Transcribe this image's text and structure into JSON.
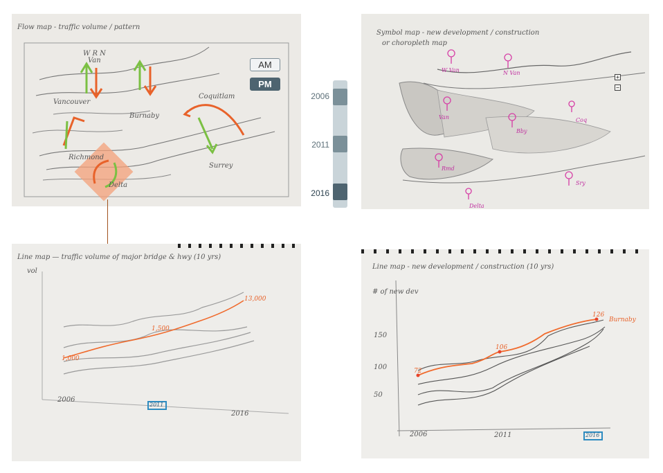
{
  "flow_map": {
    "title": "Flow map - traffic volume / pattern",
    "labels": [
      "W R N",
      "Van",
      "Vancouver",
      "Burnaby",
      "Coquitlam",
      "Richmond",
      "Surrey",
      "Delta"
    ],
    "toggle": {
      "am_label": "AM",
      "pm_label": "PM",
      "selected": "PM"
    }
  },
  "timeline": {
    "years": [
      "2006",
      "2011",
      "2016"
    ],
    "selected": "2016"
  },
  "symbol_map": {
    "title": "Symbol map - new development / construction",
    "subtitle": "or choropleth map",
    "zoom_in": "+",
    "zoom_out": "−",
    "labels": [
      "W Van",
      "N Van",
      "Van",
      "Bby",
      "Coq",
      "Rmd",
      "Sry",
      "Delta"
    ]
  },
  "line_map_traffic": {
    "title": "Line map — traffic volume of major bridge & hwy (10 yrs)",
    "ylabel": "vol",
    "x_labels": [
      "2006",
      "2011",
      "2016"
    ],
    "selected_year": "2011",
    "annotations": [
      "1,000",
      "1,500",
      "13,000"
    ]
  },
  "line_map_dev": {
    "title": "Line map - new development / construction (10 yrs)",
    "ylabel": "# of new dev",
    "y_ticks": [
      "150",
      "100",
      "50"
    ],
    "x_labels": [
      "2006",
      "2011",
      "2016"
    ],
    "selected_year": "2016",
    "annotations": [
      "72",
      "106",
      "126"
    ],
    "series_label": "Burnaby"
  }
}
